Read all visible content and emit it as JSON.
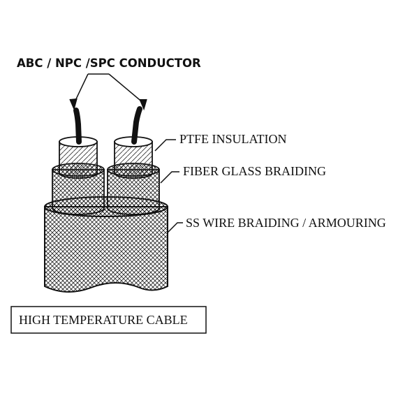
{
  "labels": {
    "conductor": "ABC / NPC /SPC CONDUCTOR",
    "insulation": "PTFE INSULATION",
    "fiber_glass": "FIBER GLASS BRAIDING",
    "ss_wire": "SS WIRE BRAIDING / ARMOURING"
  },
  "caption": "HIGH TEMPERATURE CABLE",
  "colors": {
    "ink": "#111111",
    "background": "#ffffff"
  }
}
